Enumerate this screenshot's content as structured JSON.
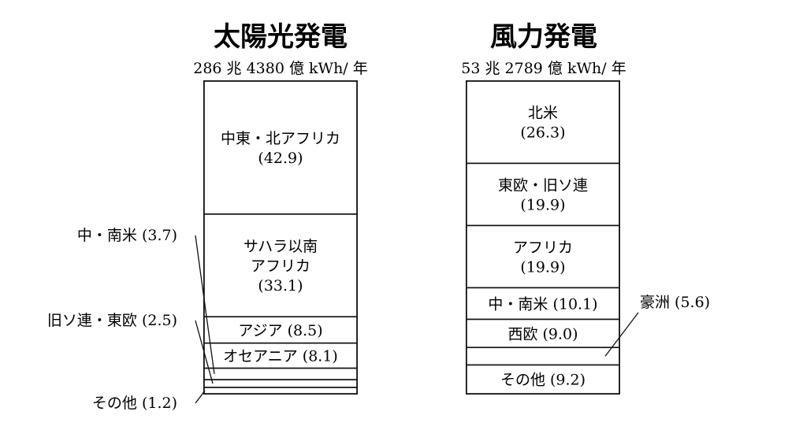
{
  "chart_data": [
    {
      "type": "bar",
      "title": "太陽光発電",
      "subtitle": "286 兆 4380 億 kWh/ 年",
      "unit": "%",
      "categories": [
        "中東・北アフリカ",
        "サハラ以南アフリカ",
        "アジア",
        "オセアニア",
        "中・南米",
        "旧ソ連・東欧",
        "その他"
      ],
      "values": [
        42.9,
        33.1,
        8.5,
        8.1,
        3.7,
        2.5,
        1.2
      ],
      "labels": [
        {
          "lines": [
            "中東・北アフリカ",
            "(42.9)"
          ],
          "placement": "inside"
        },
        {
          "lines": [
            "サハラ以南",
            "アフリカ",
            "(33.1)"
          ],
          "placement": "inside"
        },
        {
          "lines": [
            "アジア (8.5)"
          ],
          "placement": "inside"
        },
        {
          "lines": [
            "オセアニア (8.1)"
          ],
          "placement": "inside"
        },
        {
          "lines": [
            "中・南米 (3.7)"
          ],
          "placement": "outside-left"
        },
        {
          "lines": [
            "旧ソ連・東欧 (2.5)"
          ],
          "placement": "outside-left"
        },
        {
          "lines": [
            "その他 (1.2)"
          ],
          "placement": "outside-left"
        }
      ]
    },
    {
      "type": "bar",
      "title": "風力発電",
      "subtitle": "53 兆 2789 億 kWh/ 年",
      "unit": "%",
      "categories": [
        "北米",
        "東欧・旧ソ連",
        "アフリカ",
        "中・南米",
        "西欧",
        "豪洲",
        "その他"
      ],
      "values": [
        26.3,
        19.9,
        19.9,
        10.1,
        9.0,
        5.6,
        9.2
      ],
      "labels": [
        {
          "lines": [
            "北米",
            "(26.3)"
          ],
          "placement": "inside"
        },
        {
          "lines": [
            "東欧・旧ソ連",
            "(19.9)"
          ],
          "placement": "inside"
        },
        {
          "lines": [
            "アフリカ",
            "(19.9)"
          ],
          "placement": "inside"
        },
        {
          "lines": [
            "中・南米 (10.1)"
          ],
          "placement": "inside"
        },
        {
          "lines": [
            "西欧 (9.0)"
          ],
          "placement": "inside"
        },
        {
          "lines": [
            "豪洲 (5.6)"
          ],
          "placement": "outside-right"
        },
        {
          "lines": [
            "その他 (9.2)"
          ],
          "placement": "inside"
        }
      ]
    }
  ]
}
